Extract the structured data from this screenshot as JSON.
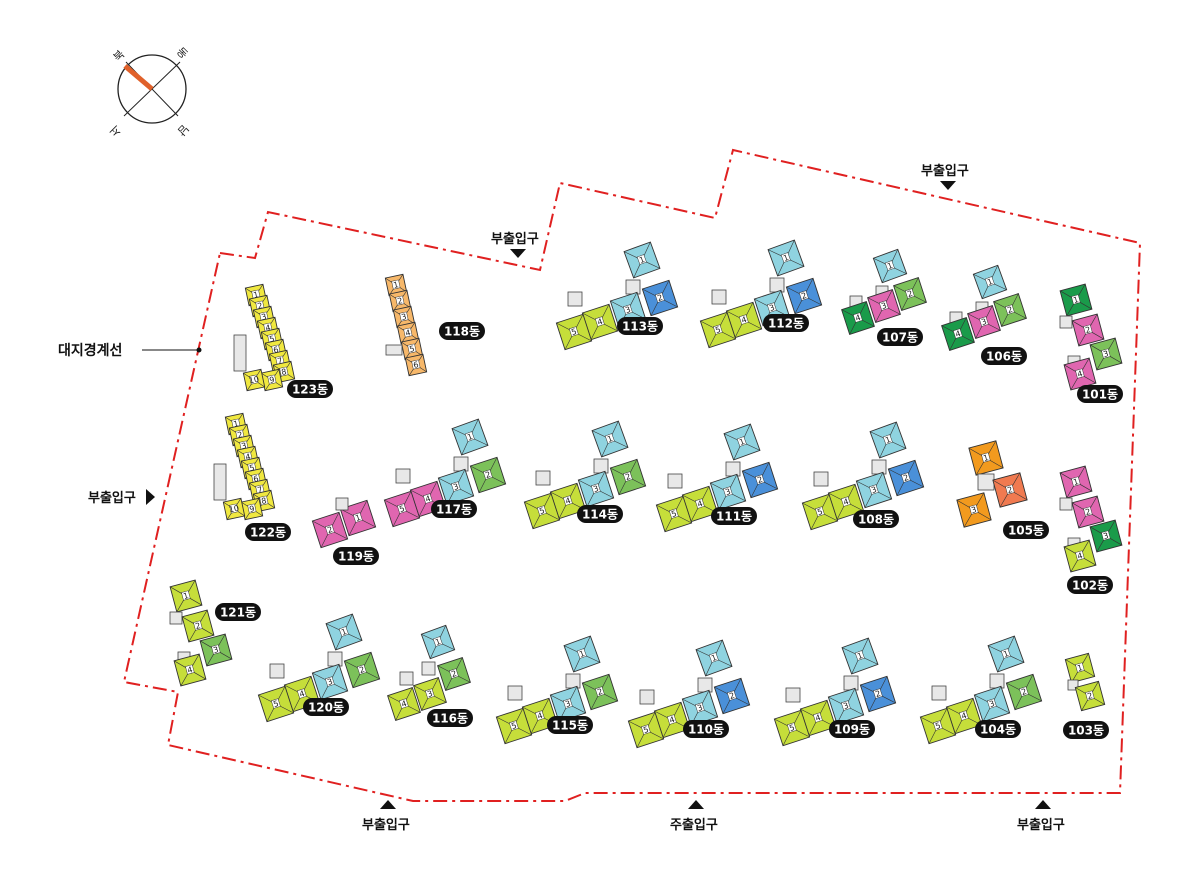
{
  "compass": {
    "north": "북",
    "east": "동",
    "south": "남",
    "west": "서",
    "needle_color": "#e0612a"
  },
  "boundary": {
    "label": "대지경계선",
    "color": "#e02020"
  },
  "entrances": [
    {
      "label": "부출입구",
      "dir": "down"
    },
    {
      "label": "부출입구",
      "dir": "down"
    },
    {
      "label": "부출입구",
      "dir": "right"
    },
    {
      "label": "부출입구",
      "dir": "up"
    },
    {
      "label": "주출입구",
      "dir": "up"
    },
    {
      "label": "부출입구",
      "dir": "up"
    }
  ],
  "colors": {
    "lime": "#c6de3a",
    "cyan": "#8fd3e0",
    "blue": "#4a90d9",
    "green": "#7cc15a",
    "darkgreen": "#1a9b4a",
    "pink": "#e066b0",
    "yellow": "#f0e840",
    "orange": "#f7b86a",
    "deeporange": "#f29a1e",
    "red": "#f07a50",
    "core": "#e8e8e8"
  },
  "buildings": [
    {
      "label": "123동",
      "type": "tower",
      "color": "yellow",
      "units": [
        "1",
        "2",
        "3",
        "4",
        "5",
        "6",
        "7",
        "8",
        "9",
        "10"
      ]
    },
    {
      "label": "118동",
      "type": "tower",
      "color": "orange",
      "units": [
        "1",
        "2",
        "3",
        "4",
        "5",
        "6"
      ]
    },
    {
      "label": "113동",
      "type": "L",
      "units": [
        "1",
        "2",
        "3",
        "4",
        "5"
      ]
    },
    {
      "label": "112동",
      "type": "L",
      "units": [
        "1",
        "2",
        "3",
        "4",
        "5"
      ]
    },
    {
      "label": "107동",
      "type": "tri",
      "units": [
        "1",
        "2",
        "3",
        "4"
      ]
    },
    {
      "label": "106동",
      "type": "tri",
      "units": [
        "1",
        "2",
        "3",
        "4"
      ]
    },
    {
      "label": "101동",
      "type": "col",
      "units": [
        "1",
        "2",
        "3",
        "4"
      ]
    },
    {
      "label": "122동",
      "type": "tower",
      "color": "yellow",
      "units": [
        "1",
        "2",
        "3",
        "4",
        "5",
        "6",
        "7",
        "8",
        "9",
        "10"
      ]
    },
    {
      "label": "117동",
      "type": "L",
      "units": [
        "1",
        "2",
        "3",
        "4",
        "5"
      ]
    },
    {
      "label": "119동",
      "type": "pair",
      "units": [
        "1",
        "2"
      ]
    },
    {
      "label": "114동",
      "type": "L",
      "units": [
        "1",
        "2",
        "3",
        "4",
        "5"
      ]
    },
    {
      "label": "111동",
      "type": "L",
      "units": [
        "1",
        "2",
        "3",
        "4",
        "5"
      ]
    },
    {
      "label": "108동",
      "type": "L",
      "units": [
        "1",
        "2",
        "3",
        "4",
        "5"
      ]
    },
    {
      "label": "105동",
      "type": "corner",
      "units": [
        "1",
        "2",
        "3"
      ]
    },
    {
      "label": "102동",
      "type": "col",
      "units": [
        "1",
        "2",
        "3",
        "4"
      ]
    },
    {
      "label": "121동",
      "type": "col",
      "units": [
        "1",
        "2",
        "3",
        "4"
      ]
    },
    {
      "label": "120동",
      "type": "L",
      "units": [
        "1",
        "2",
        "3",
        "4",
        "5"
      ]
    },
    {
      "label": "116동",
      "type": "L4",
      "units": [
        "1",
        "2",
        "3",
        "4"
      ]
    },
    {
      "label": "115동",
      "type": "L",
      "units": [
        "1",
        "2",
        "3",
        "4",
        "5"
      ]
    },
    {
      "label": "110동",
      "type": "L",
      "units": [
        "1",
        "2",
        "3",
        "4",
        "5"
      ]
    },
    {
      "label": "109동",
      "type": "L",
      "units": [
        "1",
        "2",
        "3",
        "4",
        "5"
      ]
    },
    {
      "label": "104동",
      "type": "L",
      "units": [
        "1",
        "2",
        "3",
        "4",
        "5"
      ]
    },
    {
      "label": "103동",
      "type": "pairv",
      "units": [
        "1",
        "2"
      ]
    }
  ]
}
